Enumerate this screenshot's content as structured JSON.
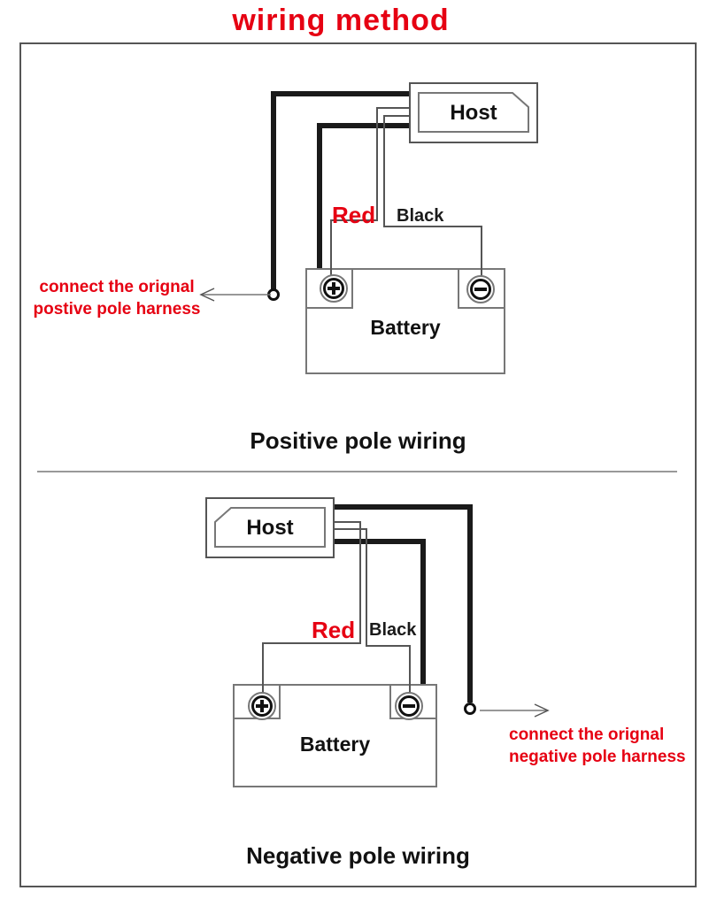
{
  "title": "wiring method",
  "colors": {
    "accent_red": "#e60012",
    "wire_black": "#1a1a1a",
    "wire_thin_gray": "#555555",
    "outline_gray": "#777777",
    "divider_gray": "#999999",
    "frame_gray": "#555555"
  },
  "positive": {
    "host_label": "Host",
    "battery_label": "Battery",
    "red_wire_label": "Red",
    "black_wire_label": "Black",
    "caption": "Positive pole wiring",
    "harness_note_line1": "connect the orignal",
    "harness_note_line2": "postive pole harness"
  },
  "negative": {
    "host_label": "Host",
    "battery_label": "Battery",
    "red_wire_label": "Red",
    "black_wire_label": "Black",
    "caption": "Negative pole wiring",
    "harness_note_line1": "connect the orignal",
    "harness_note_line2": "negative pole harness"
  }
}
